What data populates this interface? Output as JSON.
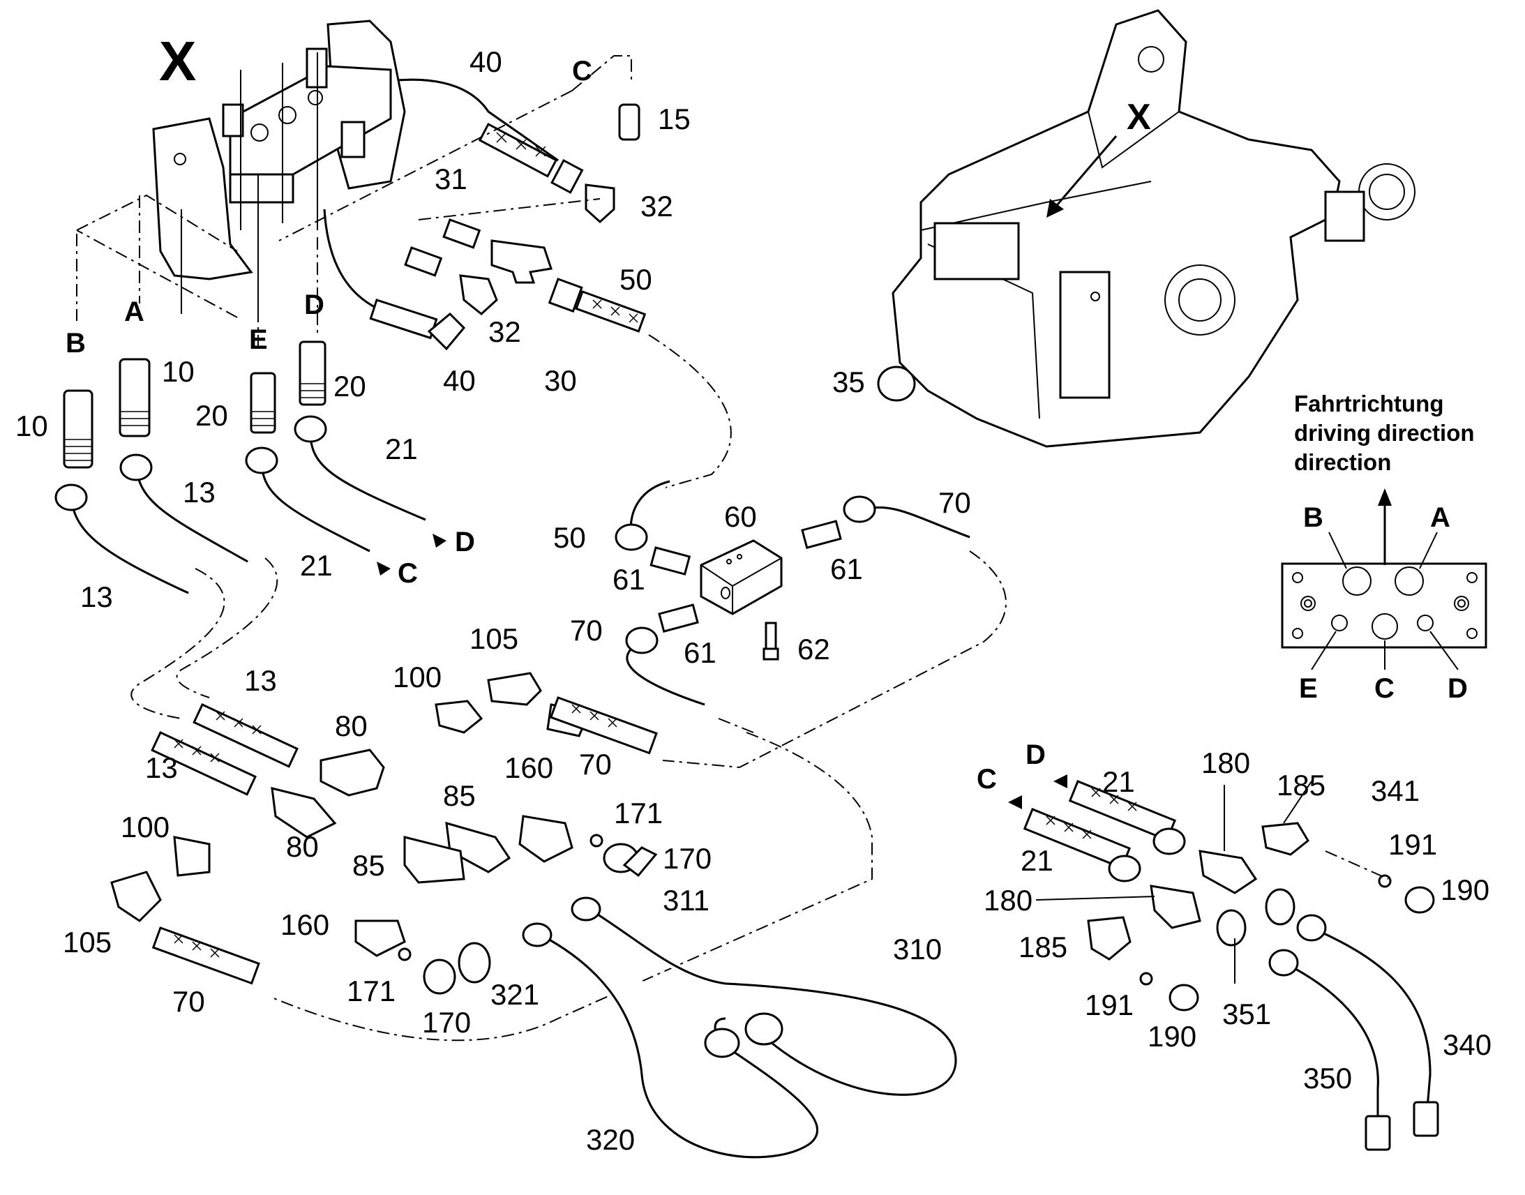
{
  "view_marker": "X",
  "direction": {
    "line1": "Fahrtrichtung",
    "line2": "driving direction",
    "line3": "direction"
  },
  "ports": [
    "B",
    "A",
    "E",
    "D",
    "C"
  ],
  "port_labels_top": {
    "b": "B",
    "a": "A",
    "e": "E",
    "d": "D",
    "c": "C"
  },
  "port_plate": {
    "b": "B",
    "a": "A",
    "e": "E",
    "c": "C",
    "d": "D"
  },
  "hose_tags": {
    "d1": "D",
    "c1": "C",
    "c2": "C",
    "d2": "D"
  },
  "part_numbers": {
    "n40a": "40",
    "n15": "15",
    "n31": "31",
    "n32a": "32",
    "n32b": "32",
    "n30": "30",
    "n40b": "40",
    "n50a": "50",
    "n35": "35",
    "n10a": "10",
    "n10b": "10",
    "n20a": "20",
    "n20b": "20",
    "n13a": "13",
    "n13b": "13",
    "n21a": "21",
    "n21b": "21",
    "n60": "60",
    "n70a": "70",
    "n50b": "50",
    "n61a": "61",
    "n61b": "61",
    "n61c": "61",
    "n70b": "70",
    "n62": "62",
    "n105a": "105",
    "n100a": "100",
    "n13c": "13",
    "n80a": "80",
    "n13d": "13",
    "n70c": "70",
    "n160a": "160",
    "n85a": "85",
    "n171a": "171",
    "n100b": "100",
    "n80b": "80",
    "n85b": "85",
    "n170a": "170",
    "n311": "311",
    "n105b": "105",
    "n160b": "160",
    "n171b": "171",
    "n321": "321",
    "n70d": "70",
    "n170b": "170",
    "n310": "310",
    "n320": "320",
    "n21c": "21",
    "n180a": "180",
    "n185a": "185",
    "n341": "341",
    "n21d": "21",
    "n191a": "191",
    "n180b": "180",
    "n190a": "190",
    "n185b": "185",
    "n191b": "191",
    "n351": "351",
    "n190b": "190",
    "n340": "340",
    "n350": "350"
  }
}
